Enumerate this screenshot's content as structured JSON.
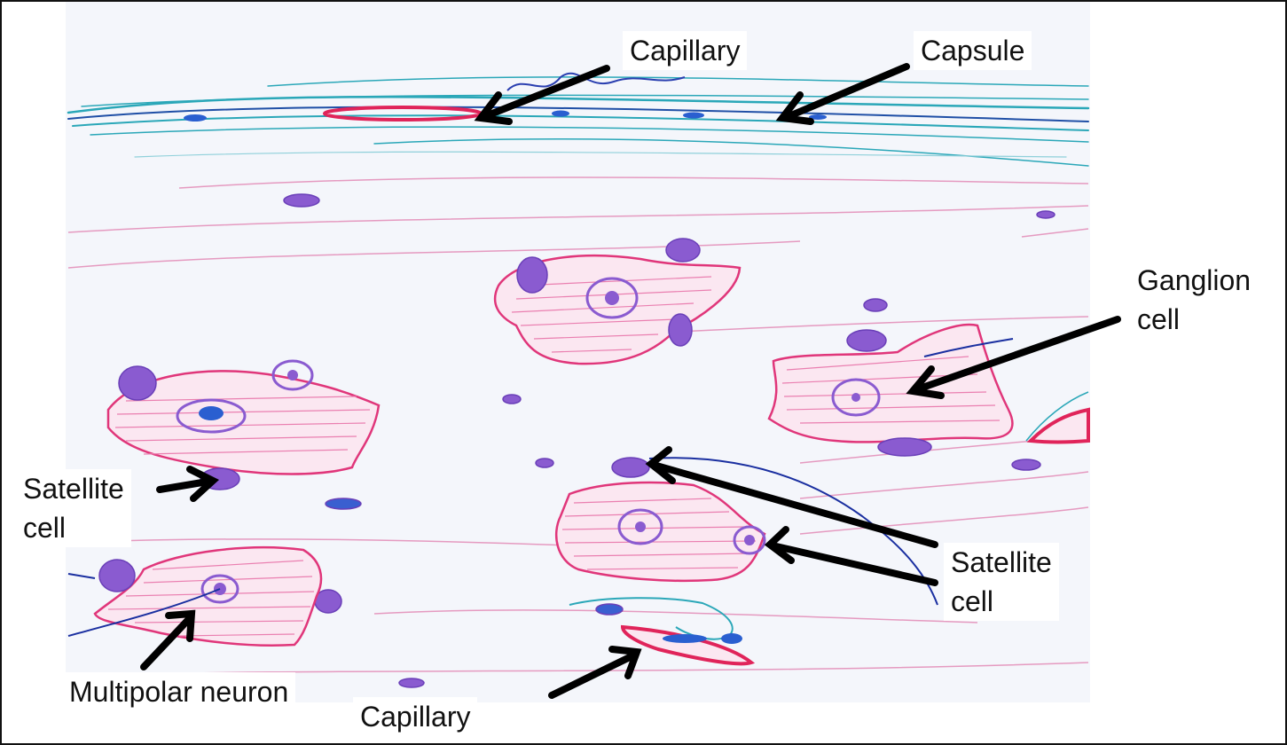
{
  "figure": {
    "labels": {
      "capillary_top": "Capillary",
      "capsule": "Capsule",
      "ganglion_cell_line1": "Ganglion",
      "ganglion_cell_line2": "cell",
      "satellite_left_line1": "Satellite",
      "satellite_left_line2": "cell",
      "satellite_right_line1": "Satellite",
      "satellite_right_line2": "cell",
      "multipolar_neuron": "Multipolar neuron",
      "capillary_bottom": "Capillary"
    },
    "colors": {
      "paper": "#f4f6fb",
      "capsule_fiber": "#2aa7b8",
      "capsule_fiber_dark": "#1f4fa6",
      "capillary_red": "#e0245a",
      "cytoplasm_outline": "#e0367a",
      "cytoplasm_hatch": "#ea7fb0",
      "nucleus": "#8a5bd0",
      "nucleus_dark": "#6a3fb8",
      "connective_fiber": "#e59ac0",
      "arrow": "#000000",
      "pen_blue": "#1a2fa0"
    }
  }
}
